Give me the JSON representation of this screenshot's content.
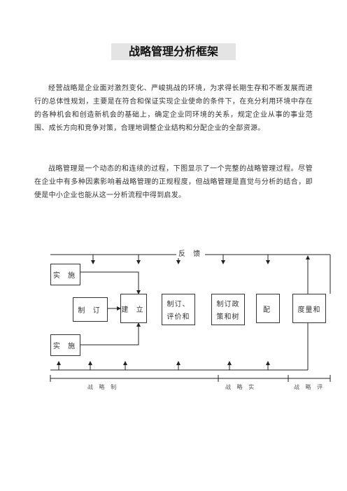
{
  "title": "战略管理分析框架",
  "paragraphs": [
    "经营战略是企业面对激烈变化、严峻挑战的环境，为求得长期生存和不断发展而进行的总体性规划，主要是在符合和保证实现企业使命的条件下，在充分利用环境中存在的各种机会和创造新机会的基础上，确定企业同环境的关系，规定企业从事的事业范围、成长方向和竞争对策，合理地调整企业结构和分配企业的全部资源。",
    "战略管理是一个动态的和连续的过程，下图显示了一个完整的战略管理过程。尽管在企业中有多种因素影响着战略管理的正规程度，但战略管理是直觉与分析的结合，即使是中小企业也能从这一分析流程中得到启发。"
  ],
  "diagram": {
    "feedback": "反 馈",
    "boxes": {
      "implement_top": "实 施",
      "formulate": "制 订",
      "establish": "建 立",
      "formulate_evaluate_1": "制订、",
      "formulate_evaluate_2": "评价和",
      "policy_1": "制订政",
      "policy_2": "策和树",
      "allocate": "配",
      "measure": "度量和",
      "implement_bottom": "实 施"
    },
    "bottom_labels": [
      "战 略 制",
      "战 略 实",
      "战 略 评"
    ]
  }
}
